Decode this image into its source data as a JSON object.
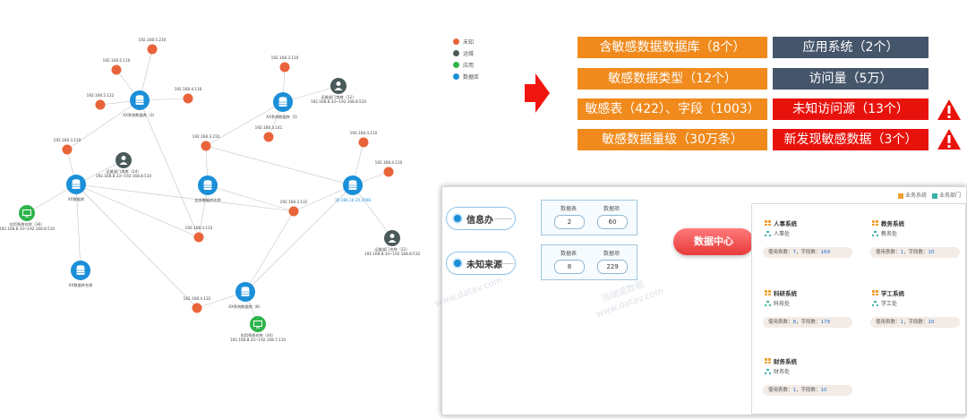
{
  "colors": {
    "orange": "#e9643a",
    "blue": "#1b8fd8",
    "green": "#2db54a",
    "dark": "#4a5a5a",
    "red": "#e8120c",
    "slate": "#45566b"
  },
  "legend": [
    {
      "label": "未知",
      "color": "#e9643a",
      "icon": "dot"
    },
    {
      "label": "运维",
      "color": "#4a5a5a",
      "icon": "dot"
    },
    {
      "label": "应用",
      "color": "#2db54a",
      "icon": "dot"
    },
    {
      "label": "数据库",
      "color": "#1b8fd8",
      "icon": "dot"
    }
  ],
  "graph": {
    "nodes": [
      {
        "id": "o1",
        "kind": "orange",
        "label": "192.168.5.210"
      },
      {
        "id": "o2",
        "kind": "orange",
        "label": "192.168.5.110"
      },
      {
        "id": "o3",
        "kind": "orange",
        "label": "192.168.5.122"
      },
      {
        "id": "o4",
        "kind": "orange",
        "label": "192.168.4.116"
      },
      {
        "id": "db1",
        "kind": "db",
        "label": "XX系统数据库（3）"
      },
      {
        "id": "o5",
        "kind": "orange",
        "label": "192.168.3.110"
      },
      {
        "id": "op1",
        "kind": "dark",
        "label": "运维部门席席（24）",
        "label2": "192.168.8.33~192.168.8.510"
      },
      {
        "id": "db2",
        "kind": "db",
        "label": "XX数据库"
      },
      {
        "id": "app1",
        "kind": "green",
        "label": "应用系统名称（36）",
        "label2": "192.168.8.33~192.168.8.510"
      },
      {
        "id": "db3",
        "kind": "db",
        "label": "XX数据库名称"
      },
      {
        "id": "o6",
        "kind": "orange",
        "label": "192.168.3.110"
      },
      {
        "id": "db4",
        "kind": "db",
        "label": "XX系统数据库（5）"
      },
      {
        "id": "op2",
        "kind": "dark",
        "label": "运维部门席席（12）",
        "label2": "192.168.8.33~192.168.8.510"
      },
      {
        "id": "o7",
        "kind": "orange",
        "label": "192.168.3.141"
      },
      {
        "id": "o8",
        "kind": "orange",
        "label": "192.168.3.210"
      },
      {
        "id": "db5",
        "kind": "db",
        "label": "业务数据库名称"
      },
      {
        "id": "o9",
        "kind": "orange",
        "label": "192.168.4.110"
      },
      {
        "id": "o10",
        "kind": "orange",
        "label": "192.168.4.110"
      },
      {
        "id": "db6",
        "kind": "db",
        "label": "10.186.10.20.2008",
        "blue": true
      },
      {
        "id": "o11",
        "kind": "orange",
        "label": "192.168.3.132"
      },
      {
        "id": "o12",
        "kind": "orange",
        "label": "192.168.4.133"
      },
      {
        "id": "op3",
        "kind": "dark",
        "label": "运维部门名称（32）",
        "label2": "192.168.8.33~192.168.8.510"
      },
      {
        "id": "db7",
        "kind": "db",
        "label": "XX系统数据库（8）"
      },
      {
        "id": "o13",
        "kind": "orange",
        "label": "192.168.4.132"
      },
      {
        "id": "app2",
        "kind": "green",
        "label": "应用系统名称（34）",
        "label2": "192.168.8.33~192.168.7.110"
      }
    ],
    "edges": [
      [
        "o1",
        "db1"
      ],
      [
        "o2",
        "db1"
      ],
      [
        "o3",
        "db1"
      ],
      [
        "o4",
        "db1"
      ],
      [
        "o5",
        "db1"
      ],
      [
        "db1",
        "o12"
      ],
      [
        "o5",
        "db2"
      ],
      [
        "op1",
        "db2"
      ],
      [
        "app1",
        "db2"
      ],
      [
        "db2",
        "db3"
      ],
      [
        "db2",
        "o12"
      ],
      [
        "db2",
        "o11"
      ],
      [
        "db2",
        "o13"
      ],
      [
        "o6",
        "db4"
      ],
      [
        "o7",
        "db4"
      ],
      [
        "op2",
        "db4"
      ],
      [
        "db4",
        "o8"
      ],
      [
        "o8",
        "db5"
      ],
      [
        "o8",
        "db6"
      ],
      [
        "db5",
        "o12"
      ],
      [
        "db5",
        "o11"
      ],
      [
        "o9",
        "db6"
      ],
      [
        "o10",
        "db6"
      ],
      [
        "db6",
        "o11"
      ],
      [
        "db6",
        "op3"
      ],
      [
        "o11",
        "db7"
      ],
      [
        "db6",
        "db7"
      ],
      [
        "o13",
        "db7"
      ],
      [
        "app2",
        "db7"
      ]
    ]
  },
  "summary": {
    "left": [
      "含敏感数据数据库（8个）",
      "敏感数据类型（12个）",
      "敏感表（422）、字段（1003）",
      "敏感数据量级（30万条）"
    ],
    "right": [
      "应用系统（2个）",
      "访问量（5万）",
      "未知访问源（13个）",
      "新发现敏感数据（3个）"
    ]
  },
  "panel": {
    "legend": [
      "业务系统",
      "业务部门"
    ],
    "sources": [
      {
        "label": "信息办",
        "headers": [
          "数据表",
          "数据项"
        ],
        "values": [
          "2",
          "60"
        ]
      },
      {
        "label": "未知来源",
        "headers": [
          "数据表",
          "数据项"
        ],
        "values": [
          "8",
          "229"
        ]
      }
    ],
    "center": "数据中心",
    "watermark": [
      "浩瑞诺数据",
      "www.datav.com"
    ],
    "systems": [
      {
        "name": "人事系统",
        "dept": "人事处",
        "use_prefix": "使用表数：",
        "tables": "7",
        "use_mid": "，字段数：",
        "fields": "169"
      },
      {
        "name": "教务系统",
        "dept": "教务处",
        "use_prefix": "使用表数：",
        "tables": "1",
        "use_mid": "，字段数：",
        "fields": "10"
      },
      {
        "name": "科研系统",
        "dept": "科技处",
        "use_prefix": "使用表数：",
        "tables": "8",
        "use_mid": "，字段数：",
        "fields": "179"
      },
      {
        "name": "学工系统",
        "dept": "学工处",
        "use_prefix": "使用表数：",
        "tables": "1",
        "use_mid": "，字段数：",
        "fields": "10"
      },
      {
        "name": "财务系统",
        "dept": "财务处",
        "use_prefix": "使用表数：",
        "tables": "1",
        "use_mid": "，字段数：",
        "fields": "10"
      }
    ]
  }
}
